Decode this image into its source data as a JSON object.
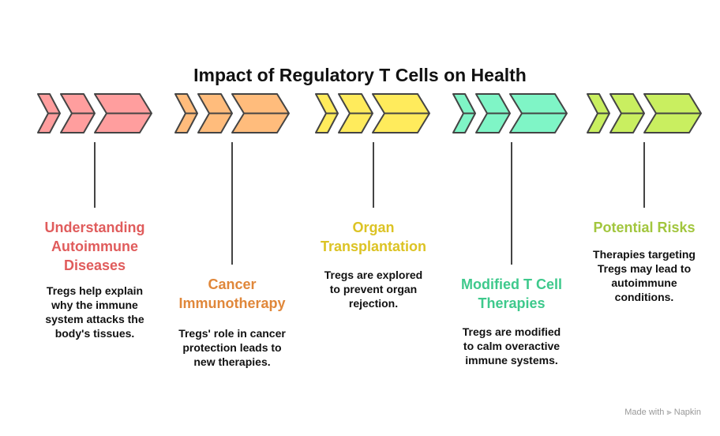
{
  "title": "Impact of Regulatory T Cells on Health",
  "items": [
    {
      "title_lines": [
        "Understanding",
        "Autoimmune",
        "Diseases"
      ],
      "desc_lines": [
        "Tregs help explain",
        "why the immune",
        "system attacks the",
        "body's tissues."
      ],
      "color": "#ff9e9e",
      "title_color": "#e05c5c"
    },
    {
      "title_lines": [
        "Cancer",
        "Immunotherapy"
      ],
      "desc_lines": [
        "Tregs' role in cancer",
        "protection leads to",
        "new therapies."
      ],
      "color": "#ffbc7c",
      "title_color": "#e0873a"
    },
    {
      "title_lines": [
        "Organ",
        "Transplantation"
      ],
      "desc_lines": [
        "Tregs are explored",
        "to prevent organ",
        "rejection."
      ],
      "color": "#ffeb5c",
      "title_color": "#dcc324"
    },
    {
      "title_lines": [
        "Modified T Cell",
        "Therapies"
      ],
      "desc_lines": [
        "Tregs are modified",
        "to calm overactive",
        "immune systems."
      ],
      "color": "#7ff5c6",
      "title_color": "#3ec98c"
    },
    {
      "title_lines": [
        "Potential Risks"
      ],
      "desc_lines": [
        "Therapies targeting",
        "Tregs may lead to",
        "autoimmune",
        "conditions."
      ],
      "color": "#c9ef60",
      "title_color": "#a2c63e"
    }
  ],
  "footer": {
    "made_with": "Made with",
    "brand": "Napkin",
    "icon": "napkin-logo-icon"
  }
}
